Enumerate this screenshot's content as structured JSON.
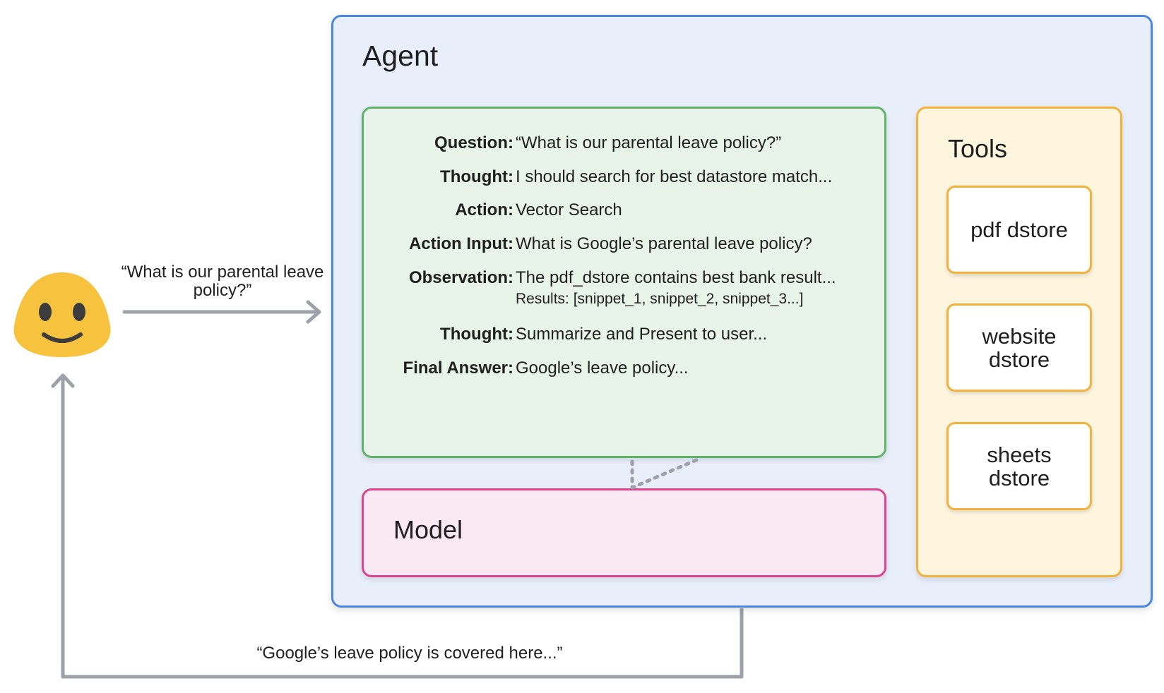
{
  "agent": {
    "title": "Agent"
  },
  "reasoning_trace": [
    {
      "label": "Question:",
      "value": "“What is our parental leave policy?”"
    },
    {
      "label": "Thought:",
      "value": "I should search for best datastore match..."
    },
    {
      "label": "Action:",
      "value": "Vector Search"
    },
    {
      "label": "Action Input:",
      "value": "What is Google’s parental leave policy?"
    },
    {
      "label": "Observation:",
      "value": "The pdf_dstore contains best bank result...",
      "sub": "Results: [snippet_1, snippet_2, snippet_3...]"
    },
    {
      "label": "Thought:",
      "value": "Summarize and Present to user..."
    },
    {
      "label": "Final Answer:",
      "value": "Google’s leave policy..."
    }
  ],
  "model": {
    "title": "Model"
  },
  "tools": {
    "title": "Tools",
    "items": [
      {
        "label": "pdf dstore"
      },
      {
        "label": "website dstore"
      },
      {
        "label": "sheets dstore"
      }
    ]
  },
  "user": {
    "icon": "smiling-face-icon",
    "face_color": "#f7c33f",
    "request": "“What is our parental leave policy?”",
    "response": "“Google’s leave policy is covered here...”"
  },
  "colors": {
    "agent_border": "#4a86e0",
    "agent_fill": "#e8effb",
    "reasoning_border": "#5fb36b",
    "reasoning_fill": "#e8f3ea",
    "model_border": "#d9458f",
    "model_fill": "#fae8f2",
    "tools_border": "#f3b23c",
    "tools_fill": "#fdf5de",
    "connector": "#9ea2a8"
  }
}
